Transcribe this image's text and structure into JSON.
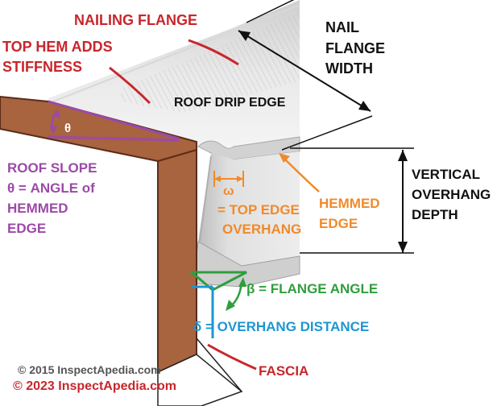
{
  "colors": {
    "red": "#c8262c",
    "black": "#111111",
    "purple": "#9b4aa6",
    "orange": "#f08a2a",
    "green": "#2f9e3d",
    "blue": "#1e96d2",
    "wood": "#a8633f",
    "wood_edge": "#5a2c17",
    "metal_light": "#e6e6e6",
    "metal_mid": "#c9c9c9",
    "metal_dark": "#9e9e9e"
  },
  "labels": {
    "nailing_flange": "NAILING FLANGE",
    "top_hem_1": "TOP HEM ADDS",
    "top_hem_2": "STIFFNESS",
    "nail_flange_1": "NAIL",
    "nail_flange_2": "FLANGE",
    "nail_flange_3": "WIDTH",
    "roof_drip_edge": "ROOF DRIP EDGE",
    "theta": "θ",
    "roof_slope_1": "ROOF SLOPE",
    "roof_slope_2": "θ = ANGLE of",
    "roof_slope_3": "HEMMED",
    "roof_slope_4": "EDGE",
    "omega": "ω",
    "top_edge_1": "= TOP EDGE",
    "top_edge_2": "OVERHANG",
    "hemmed_1": "HEMMED",
    "hemmed_2": "EDGE",
    "vertical_1": "VERTICAL",
    "vertical_2": "OVERHANG",
    "vertical_3": "DEPTH",
    "flange_angle": "β = FLANGE ANGLE",
    "overhang_distance": "δ = OVERHANG DISTANCE",
    "fascia": "FASCIA",
    "copyright_1": "© 2015 InspectApedia.com",
    "copyright_2": "© 2023 InspectApedia.com"
  }
}
